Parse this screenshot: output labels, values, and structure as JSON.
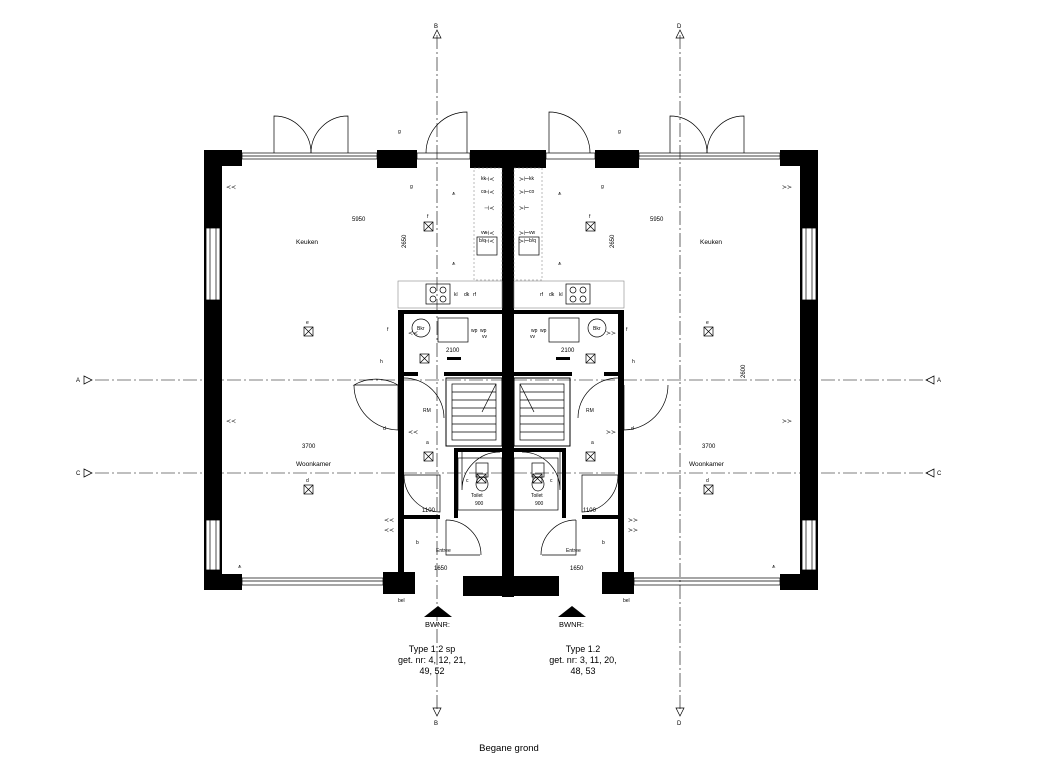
{
  "drawing": {
    "title": "Begane grond",
    "axes": {
      "a": "A",
      "b": "B",
      "c": "C",
      "d": "D"
    },
    "units": [
      {
        "bwnr_label": "BWNR:",
        "type_label": "Type 1.2 sp",
        "numbers_line1": "get. nr: 4, 12, 21,",
        "numbers_line2": "49, 52"
      },
      {
        "bwnr_label": "BWNR:",
        "type_label": "Type 1.2",
        "numbers_line1": "get. nr: 3, 11, 20,",
        "numbers_line2": "48, 53"
      }
    ],
    "rooms": {
      "keuken": "Keuken",
      "woonkamer": "Woonkamer",
      "toilet": "Toilet",
      "entree": "Entree",
      "bkr": "Bkr"
    },
    "dims": {
      "d5950": "5950",
      "d2650": "2650",
      "d2600": "2600",
      "d3700": "3700",
      "d2100": "2100",
      "d1100": "1100",
      "d1650": "1650",
      "d900": "900"
    },
    "symbols": {
      "kk": "kk",
      "co": "co",
      "vw": "vw",
      "blq": "b/q",
      "wp": "wp",
      "vv": "vv",
      "kl": "kl",
      "dk": "dk",
      "rf": "rf",
      "bel": "bel",
      "a": "a",
      "b": "b",
      "c": "c",
      "d": "d",
      "e": "e",
      "f": "f",
      "g": "g",
      "h": "h",
      "rm": "RM"
    }
  }
}
